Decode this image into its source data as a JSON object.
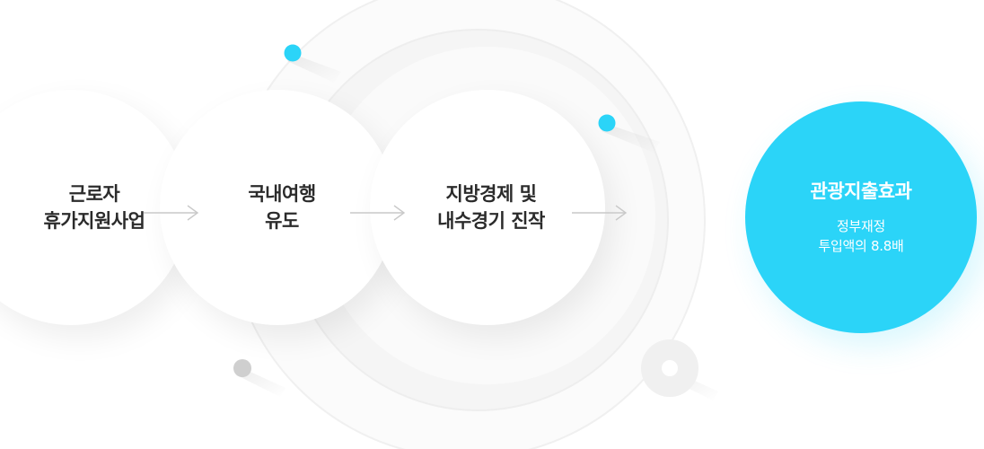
{
  "flow": {
    "steps": [
      {
        "label": "근로자\n휴가지원사업"
      },
      {
        "label": "국내여행\n유도"
      },
      {
        "label": "지방경제 및\n내수경기 진작"
      }
    ],
    "result": {
      "title": "관광지출효과",
      "subtitle": "정부재정\n투입액의 8.8배"
    }
  },
  "colors": {
    "accent": "#2bd4f8",
    "text": "#2b2b2b",
    "arrow": "#c9c9c9",
    "orbit_dot_gray": "#cfcfcf"
  }
}
